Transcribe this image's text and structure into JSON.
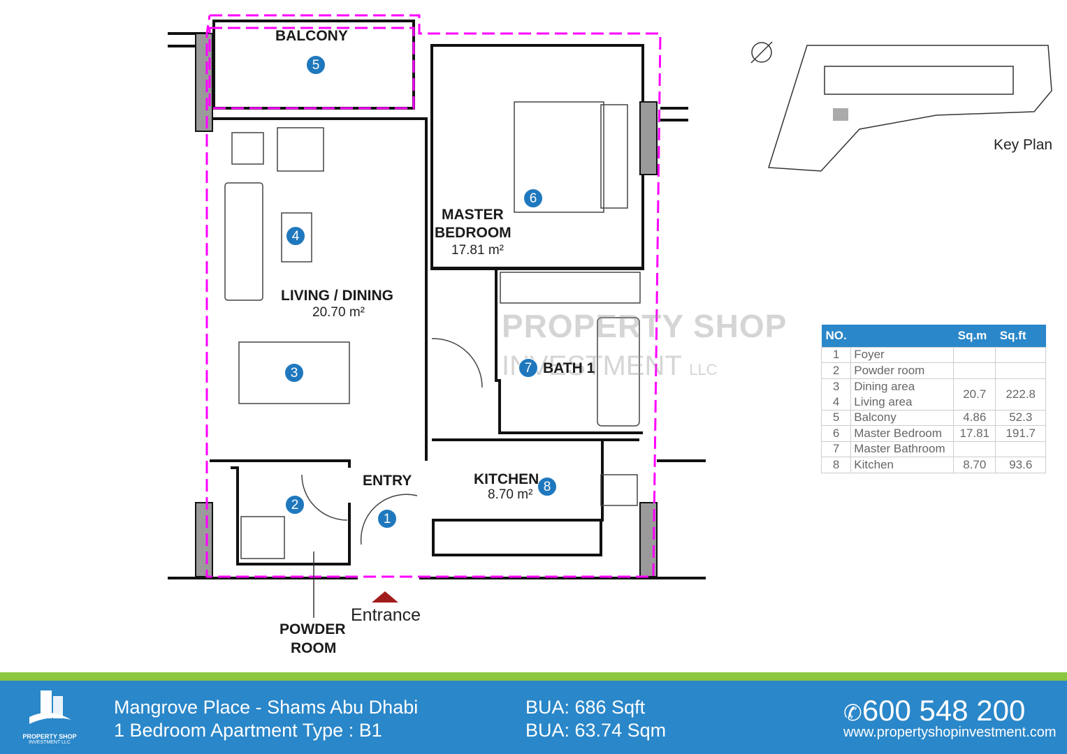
{
  "rooms": {
    "balcony": {
      "label": "BALCONY",
      "num": "5"
    },
    "master_bedroom": {
      "label1": "MASTER",
      "label2": "BEDROOM",
      "area": "17.81 m²",
      "num": "6"
    },
    "living": {
      "label": "LIVING / DINING",
      "area": "20.70 m²",
      "num_living": "4",
      "num_dining": "3"
    },
    "bath": {
      "label": "BATH 1",
      "num": "7"
    },
    "entry": {
      "label": "ENTRY",
      "num": "1"
    },
    "powder": {
      "label1": "POWDER",
      "label2": "ROOM",
      "num": "2"
    },
    "kitchen": {
      "label": "KITCHEN",
      "area": "8.70 m²",
      "num": "8"
    }
  },
  "entrance_label": "Entrance",
  "key_plan_label": "Key  Plan",
  "watermark": {
    "line1": "PROPERTY SHOP",
    "line2": "INVESTMENT",
    "llc": "LLC"
  },
  "table": {
    "headers": [
      "NO.",
      "",
      "Sq.m",
      "Sq.ft"
    ],
    "rows": [
      {
        "no": "1",
        "name": "Foyer",
        "sqm": "",
        "sqft": ""
      },
      {
        "no": "2",
        "name": "Powder room",
        "sqm": "",
        "sqft": ""
      },
      {
        "no": "3",
        "name": "Dining area",
        "sqm": "20.7",
        "sqft": "222.8"
      },
      {
        "no": "4",
        "name": "Living  area"
      },
      {
        "no": "5",
        "name": "Balcony",
        "sqm": "4.86",
        "sqft": "52.3"
      },
      {
        "no": "6",
        "name": "Master Bedroom",
        "sqm": "17.81",
        "sqft": "191.7"
      },
      {
        "no": "7",
        "name": "Master Bathroom",
        "sqm": "",
        "sqft": ""
      },
      {
        "no": "8",
        "name": "Kitchen",
        "sqm": "8.70",
        "sqft": "93.6"
      }
    ]
  },
  "footer": {
    "logo_line1": "PROPERTY SHOP",
    "logo_line2": "INVESTMENT LLC",
    "project": "Mangrove Place - Shams Abu Dhabi",
    "type": "1 Bedroom Apartment Type : B1",
    "bua_sqft": "BUA: 686 Sqft",
    "bua_sqm": "BUA: 63.74  Sqm",
    "phone": "600 548 200",
    "website": "www.propertyshopinvestment.com"
  },
  "colors": {
    "accent": "#2a87c9",
    "green": "#8dc63f",
    "outline": "#ff00ff",
    "badge": "#1f78bd",
    "entrance": "#a11c1c"
  }
}
